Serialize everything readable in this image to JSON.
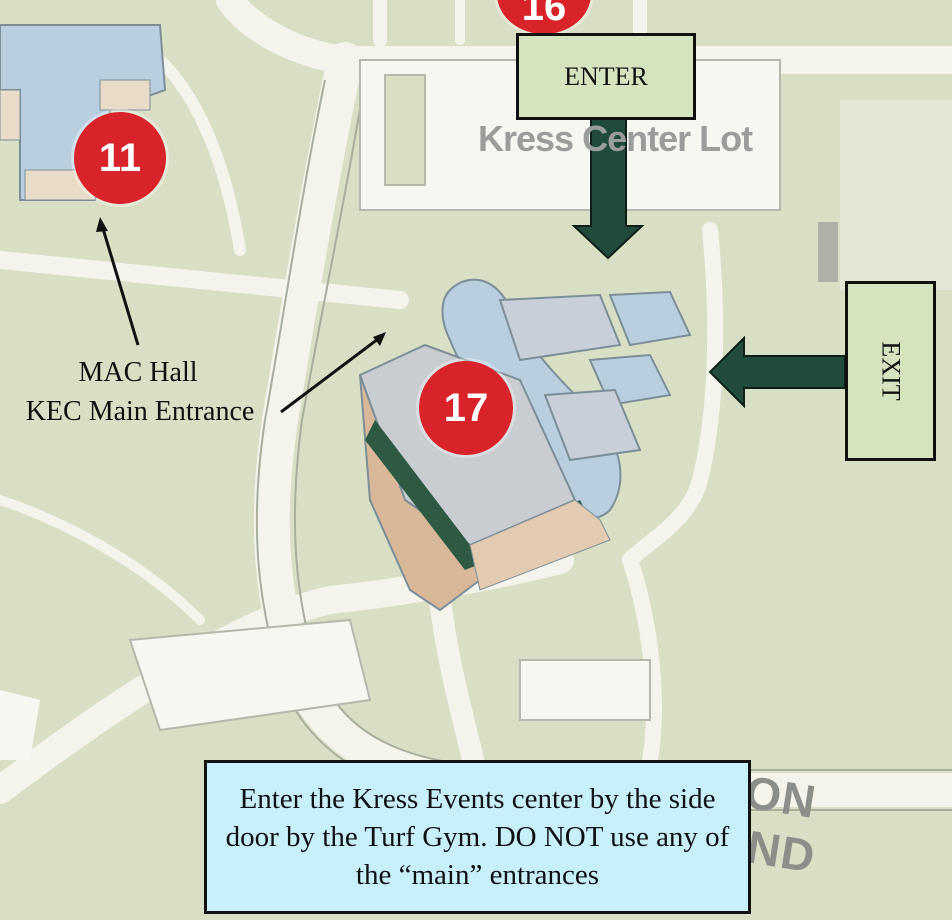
{
  "map": {
    "lot_label": "Kress Center Lot",
    "road_label": "LEON BOND",
    "markers": {
      "mac_hall": "11",
      "kress_events_center": "17",
      "top": "16"
    }
  },
  "signs": {
    "enter": "ENTER",
    "exit": "EXIT"
  },
  "annotations": {
    "mac_hall": "MAC Hall",
    "kec_main": "KEC Main Entrance"
  },
  "note": "Enter the Kress Events center by the side door by the Turf Gym. DO NOT use any of the “main” entrances",
  "colors": {
    "grass": "#d9dfc4",
    "path": "#f4f4ec",
    "marker": "#d9232a",
    "arrow": "#1f4a3c",
    "sign_fill": "#d5e4be",
    "note_fill": "#c8f0fb"
  }
}
